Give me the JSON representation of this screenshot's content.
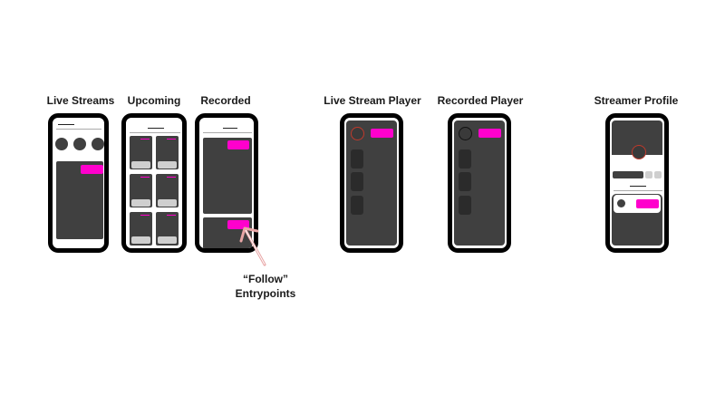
{
  "labels": {
    "live_streams": "Live Streams",
    "upcoming": "Upcoming",
    "recorded": "Recorded",
    "live_stream_player": "Live Stream Player",
    "recorded_player": "Recorded Player",
    "streamer_profile": "Streamer Profile"
  },
  "annotation": {
    "line1": "“Follow”",
    "line2": "Entrypoints"
  },
  "colors": {
    "accent": "#ff00cc",
    "card": "#404040",
    "frame": "#000000",
    "arrow": "#e8a5a5"
  }
}
